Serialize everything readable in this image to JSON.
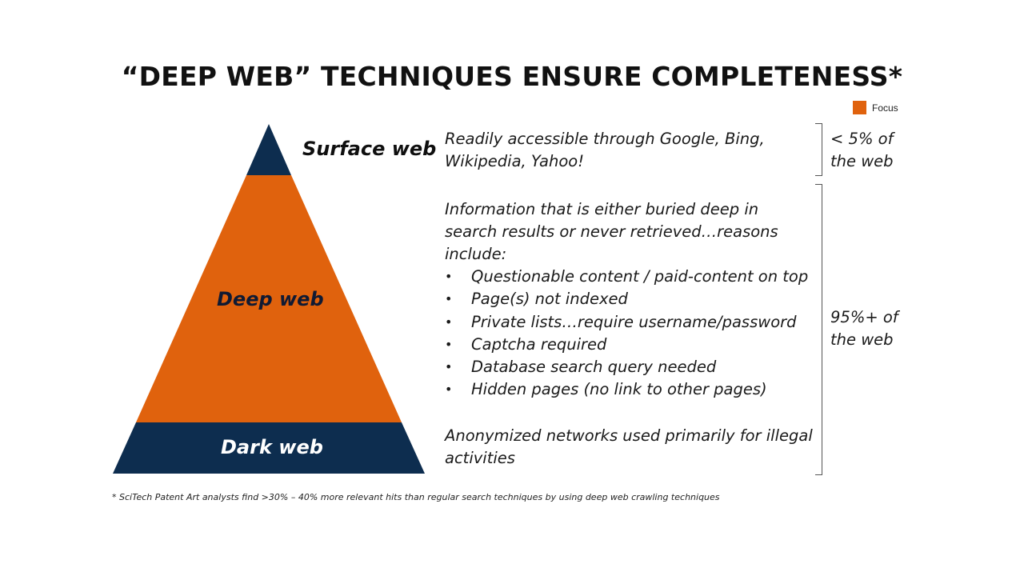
{
  "title": "“DEEP WEB” TECHNIQUES ENSURE COMPLETENESS*",
  "legend": {
    "label": "Focus",
    "color": "#e0620d"
  },
  "colors": {
    "navy": "#0d2d4f",
    "orange": "#e0620d"
  },
  "pyramid": {
    "surface_label": "Surface web",
    "deep_label": "Deep web",
    "dark_label": "Dark web"
  },
  "descriptions": {
    "surface": "Readily accessible through Google, Bing, Wikipedia, Yahoo!",
    "deep_intro": "Information that is either buried deep in search results or never retrieved…reasons include:",
    "deep_reasons": [
      "Questionable content / paid-content on top",
      "Page(s) not indexed",
      "Private lists…require username/password",
      "Captcha required",
      "Database search query needed",
      "Hidden pages (no link to other pages)"
    ],
    "dark": "Anonymized networks used primarily for illegal activities"
  },
  "shares": {
    "surface": "< 5% of the web",
    "deep_and_dark": "95%+  of the web"
  },
  "footnote": "* SciTech Patent Art analysts find >30% – 40% more  relevant hits than regular search techniques  by using deep web crawling techniques"
}
